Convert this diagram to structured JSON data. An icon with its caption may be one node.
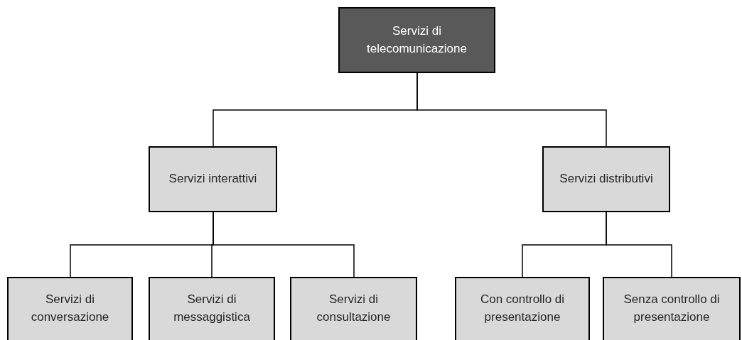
{
  "diagram": {
    "nodes": [
      {
        "text": [
          "Servizi di telecomunicazione"
        ]
      },
      {
        "text": [
          "Servizi interattivi"
        ]
      },
      {
        "text": [
          "Servizi distributivi"
        ]
      },
      {
        "text": [
          "Servizi di conversazione"
        ]
      },
      {
        "text": [
          "Servizi di messaggistica"
        ]
      },
      {
        "text": [
          "Servizi di consultazione"
        ]
      },
      {
        "text": [
          "Con controllo di presentazione"
        ]
      },
      {
        "text": [
          "Senza controllo di presentazione"
        ]
      }
    ],
    "edges": [
      {
        "from": 0,
        "to": 1,
        "arrow": "none"
      },
      {
        "from": 0,
        "to": 2,
        "arrow": "none"
      },
      {
        "from": 1,
        "to": 3,
        "arrow": "none"
      },
      {
        "from": 1,
        "to": 4,
        "arrow": "none"
      },
      {
        "from": 1,
        "to": 5,
        "arrow": "none"
      },
      {
        "from": 2,
        "to": 6,
        "arrow": "none"
      },
      {
        "from": 2,
        "to": 7,
        "arrow": "none"
      }
    ]
  }
}
